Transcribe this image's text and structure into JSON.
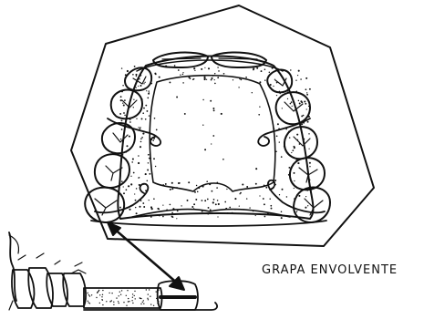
{
  "figure": {
    "caption": "GRAPA ENVOLVENTE",
    "ink_color": "#111111",
    "paper_color": "#ffffff",
    "parts": [
      "occlusal-frame",
      "palatal-plate",
      "upper-teeth",
      "wire-clasps",
      "labial-bow",
      "indicator-arrow",
      "lateral-tooth-view"
    ]
  }
}
